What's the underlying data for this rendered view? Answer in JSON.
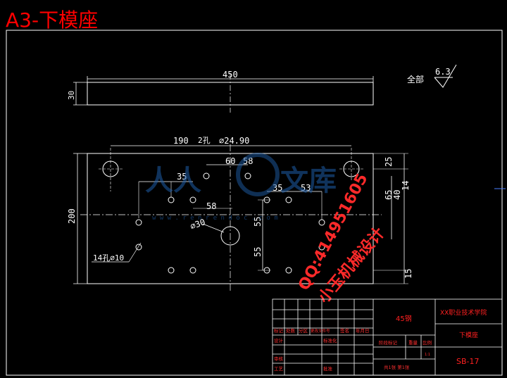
{
  "title": "A3-下模座",
  "finish": {
    "label": "全部",
    "value": "6.3"
  },
  "dims": {
    "length": "450",
    "thickness": "30",
    "height": "200",
    "d190": "190",
    "holes2": "2孔",
    "dia2490": "⌀24.90",
    "d60": "60",
    "d58a": "58",
    "d35a": "35",
    "d58b": "58",
    "d35b": "35",
    "d53": "53",
    "d25": "25",
    "d65": "65",
    "d40": "40",
    "d55a": "55",
    "d55b": "55",
    "d15": "15",
    "d14": "14",
    "dia30": "⌀30",
    "holes14": "14孔⌀10"
  },
  "watermark": {
    "logo_a": "人人",
    "logo_b": "文库",
    "url": "w w w . r e n r e n d o c . c o m",
    "qq": "QQ:414951605",
    "brand": "小玉机械设计"
  },
  "titleblock": {
    "material": "45钢",
    "school": "XX职业技术学院",
    "part": "下模座",
    "code": "SB-17",
    "h1": "标记",
    "h2": "处数",
    "h3": "分区",
    "h4": "更改文件号",
    "h5": "签名",
    "h6": "年月日",
    "design": "设计",
    "std": "标准化",
    "stage": "阶段标记",
    "weight": "重量",
    "scale": "比例",
    "scale_v": "1:1",
    "review": "审核",
    "process": "工艺",
    "approve": "批准",
    "sheets": "共1张 第1张"
  }
}
